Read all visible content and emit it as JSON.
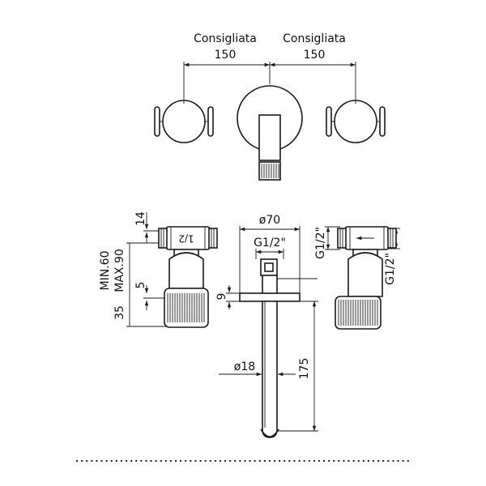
{
  "top_view": {
    "left_spacing": {
      "label": "Consigliata",
      "value": "150"
    },
    "right_spacing": {
      "label": "Consigliata",
      "value": "150"
    }
  },
  "front_view": {
    "left_valve": {
      "dim_top": "14",
      "dim_range_min": "MIN.60",
      "dim_range_max": "MAX.90",
      "dim_gap": "5",
      "dim_handle": "35",
      "valve_marking": "1/2"
    },
    "spout": {
      "rosette_diameter": "ø70",
      "thread": "G1/2\"",
      "rosette_thickness": "9",
      "spout_diameter": "ø18",
      "spout_length": "175"
    },
    "right_valve": {
      "thread_top": "G1/2\"",
      "thread_side": "G1/2\""
    }
  },
  "colors": {
    "line": "#1a1a1a",
    "background": "#ffffff"
  }
}
